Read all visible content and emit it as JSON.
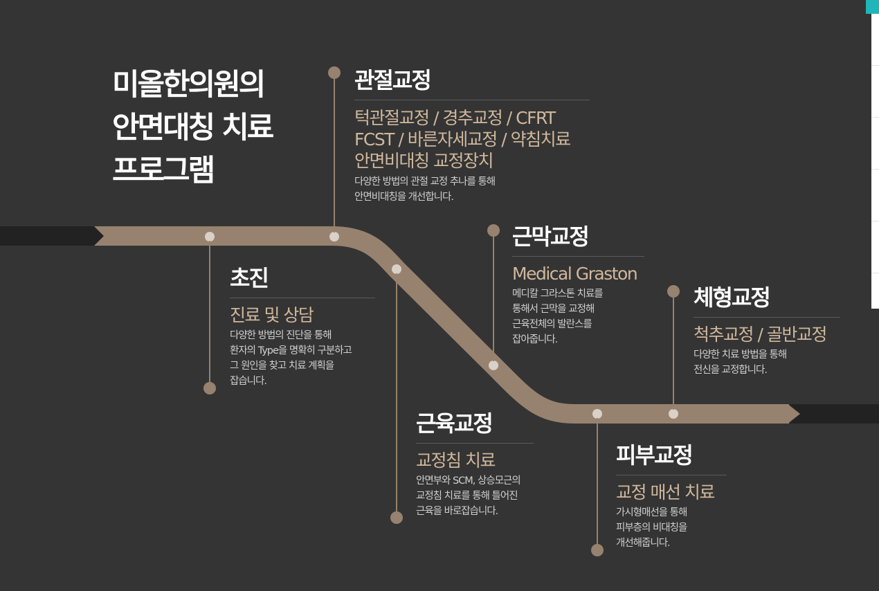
{
  "title": {
    "line1": "미올한의원의",
    "line2": "안면대칭 치료",
    "line3": "프로그램"
  },
  "steps": [
    {
      "name": "초진",
      "sub": "진료 및 상담",
      "desc": [
        "다양한 방법의 진단을 통해",
        "환자의 Type을 명확히 구분하고",
        "그 원인을 찾고 치료 계획을",
        "잡습니다."
      ]
    },
    {
      "name": "관절교정",
      "sub": [
        "턱관절교정 / 경추교정 / CFRT",
        "FCST / 바른자세교정 / 약침치료",
        "안면비대칭 교정장치"
      ],
      "desc": [
        "다양한 방법의 관절 교정 추나를 통해",
        "안면비대칭을 개선합니다."
      ]
    },
    {
      "name": "근육교정",
      "sub": "교정침 치료",
      "desc": [
        "안면부와 SCM, 상승모근의",
        "교정침 치료를 통해 틀어진",
        "근육을 바로잡습니다."
      ]
    },
    {
      "name": "근막교정",
      "sub": "Medical Graston",
      "desc": [
        "메디칼 그라스톤 치료를",
        "통해서 근막을 교정해",
        "근육전체의 발란스를",
        "잡아줍니다."
      ]
    },
    {
      "name": "피부교정",
      "sub": "교정 매선 치료",
      "desc": [
        "가시형매선을 통해",
        "피부층의 비대칭을",
        "개선해줍니다."
      ]
    },
    {
      "name": "체형교정",
      "sub": "척추교정 / 골반교정",
      "desc": [
        "다양한 치료 방법을 통해",
        "전신을 교정합니다."
      ]
    }
  ],
  "colors": {
    "background": "#343434",
    "road": "#97826f",
    "dot": "#d9d0c7",
    "subtitle": "#d0b89c",
    "accent": "#1fb6b9"
  }
}
